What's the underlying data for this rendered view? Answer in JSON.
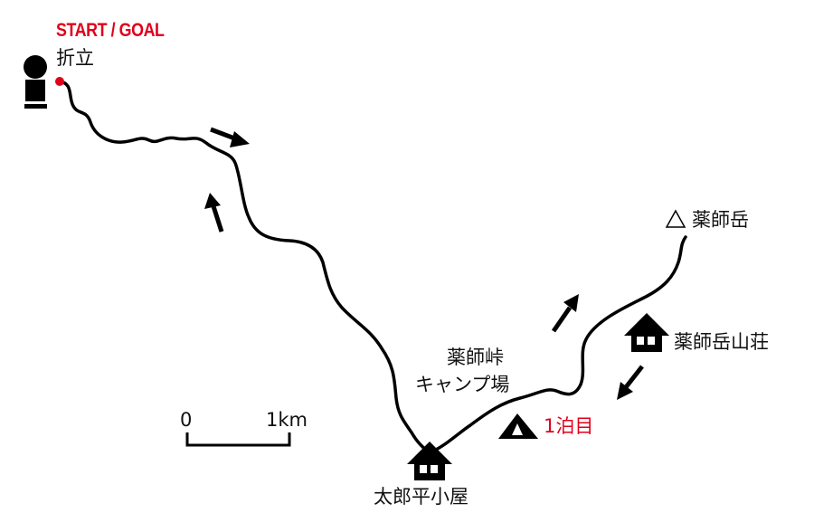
{
  "start_goal": {
    "title": "START / GOAL",
    "place": "折立"
  },
  "points": {
    "peak": "薬師岳",
    "peak_hut": "薬師岳山荘",
    "camp_line1": "薬師峠",
    "camp_line2": "キャンプ場",
    "night": "1泊目",
    "lower_hut": "太郎平小屋"
  },
  "scale": {
    "zero": "0",
    "one": "1km"
  },
  "colors": {
    "accent": "#e0001b",
    "trail": "#000000"
  }
}
